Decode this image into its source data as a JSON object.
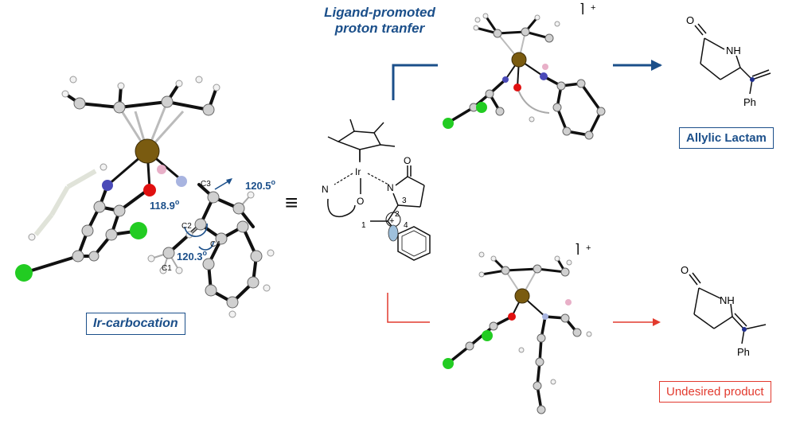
{
  "colors": {
    "navy": "#1b4f8a",
    "red": "#e23a2e",
    "iridium": "#7a5b10",
    "chlorine": "#22cc22",
    "oxygen": "#e01010",
    "nitrogen": "#4a4ab8",
    "carbon": "#cfcfcf",
    "bond": "#111111"
  },
  "header": {
    "ligand_line1": "Ligand-promoted",
    "ligand_line2": "proton tranfer"
  },
  "left_structure": {
    "label": "Ir-carbocation",
    "angle_a": "118.9",
    "angle_b": "120.5",
    "angle_c": "120.3",
    "degree": "o",
    "atom_c1": "C1",
    "atom_c2": "C2",
    "atom_c3": "C3",
    "atom_c4": "C4"
  },
  "equivalence": "≡",
  "scheme": {
    "ir": "Ir",
    "n_left": "N",
    "o": "O",
    "n_ring": "N",
    "o_carbonyl": "O",
    "plus": "+",
    "num_1": "1",
    "num_2": "2",
    "num_3": "3",
    "num_4": "4"
  },
  "top_path": {
    "charge": "+",
    "product_nh": "NH",
    "product_o": "O",
    "product_ph": "Ph",
    "product_label": "Allylic Lactam"
  },
  "bottom_path": {
    "charge": "+",
    "product_nh": "NH",
    "product_o": "O",
    "product_ph": "Ph",
    "product_label": "Undesired product"
  }
}
